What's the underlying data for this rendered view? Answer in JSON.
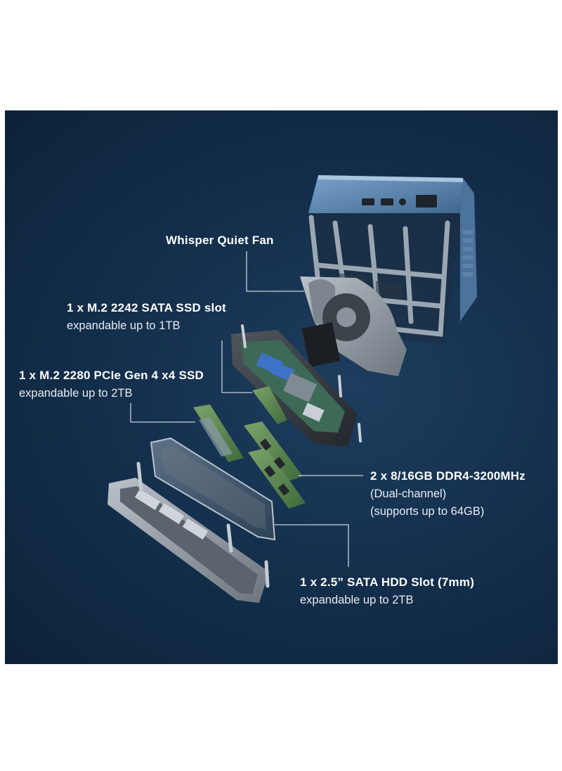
{
  "callouts": {
    "fan": {
      "title": "Whisper Quiet Fan"
    },
    "sata_ssd": {
      "title": "1 x M.2 2242 SATA SSD slot",
      "subtitle": "expandable up to 1TB"
    },
    "pcie_ssd": {
      "title": "1 x M.2 2280 PCIe Gen 4 x4 SSD",
      "subtitle": "expandable up to 2TB"
    },
    "ram": {
      "title": "2 x 8/16GB DDR4-3200MHz",
      "line2": "(Dual-channel)",
      "line3": "(supports up to 64GB)"
    },
    "hdd": {
      "title": "1 x 2.5” SATA HDD Slot (7mm)",
      "subtitle": "expandable up to 2TB"
    }
  },
  "colors": {
    "background": "#13304c",
    "chassis": "#5e87b0",
    "text": "#ffffff",
    "leader_line": "#c8d2dc"
  }
}
